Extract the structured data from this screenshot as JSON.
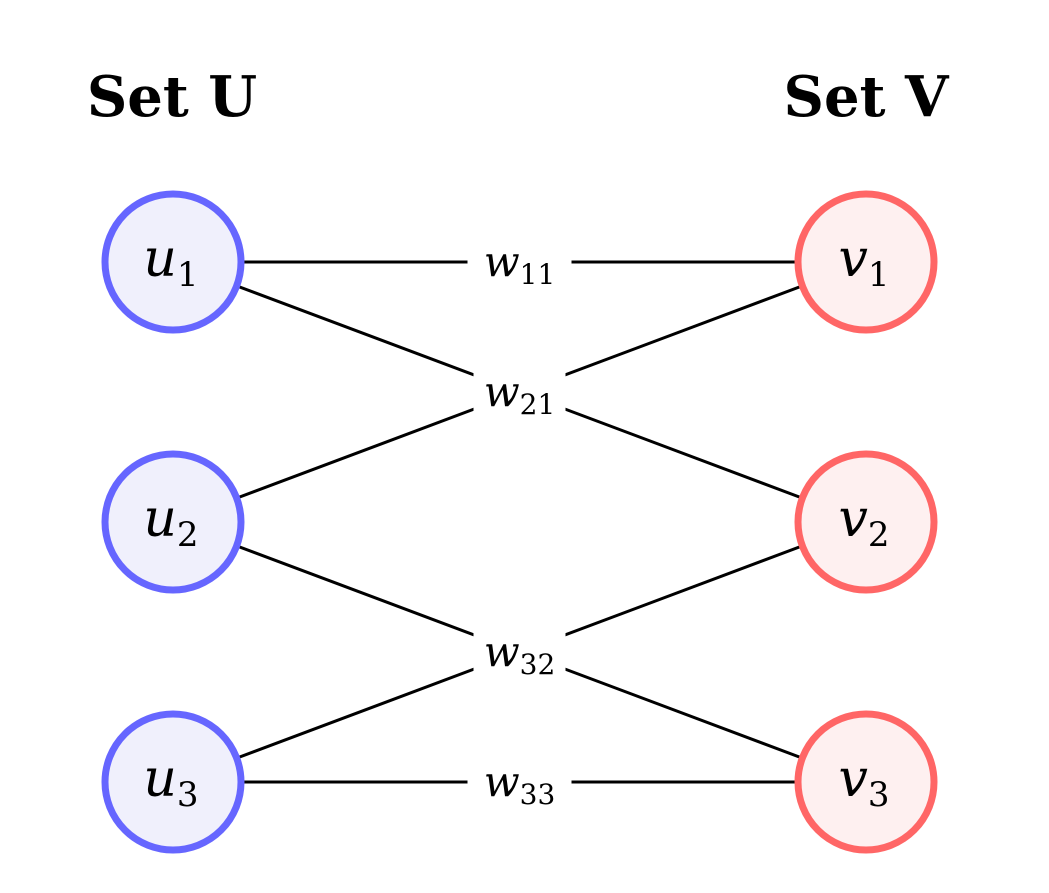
{
  "titles": {
    "left": "Set U",
    "right": "Set V"
  },
  "colors": {
    "left_stroke": "#6666ff",
    "left_fill": "#f0f0fc",
    "right_stroke": "#ff6666",
    "right_fill": "#fef0f0"
  },
  "set_u": [
    {
      "id": "u1",
      "base": "u",
      "sub": "1"
    },
    {
      "id": "u2",
      "base": "u",
      "sub": "2"
    },
    {
      "id": "u3",
      "base": "u",
      "sub": "3"
    }
  ],
  "set_v": [
    {
      "id": "v1",
      "base": "v",
      "sub": "1"
    },
    {
      "id": "v2",
      "base": "v",
      "sub": "2"
    },
    {
      "id": "v3",
      "base": "v",
      "sub": "3"
    }
  ],
  "edges": [
    {
      "from": "u1",
      "to": "v1",
      "base": "w",
      "sub": "11"
    },
    {
      "from": "u1",
      "to": "v2",
      "base": "w",
      "sub": "21"
    },
    {
      "from": "u2",
      "to": "v1",
      "base": "w",
      "sub": "21"
    },
    {
      "from": "u2",
      "to": "v3",
      "base": "w",
      "sub": "32"
    },
    {
      "from": "u3",
      "to": "v2",
      "base": "w",
      "sub": "32"
    },
    {
      "from": "u3",
      "to": "v3",
      "base": "w",
      "sub": "33"
    }
  ]
}
